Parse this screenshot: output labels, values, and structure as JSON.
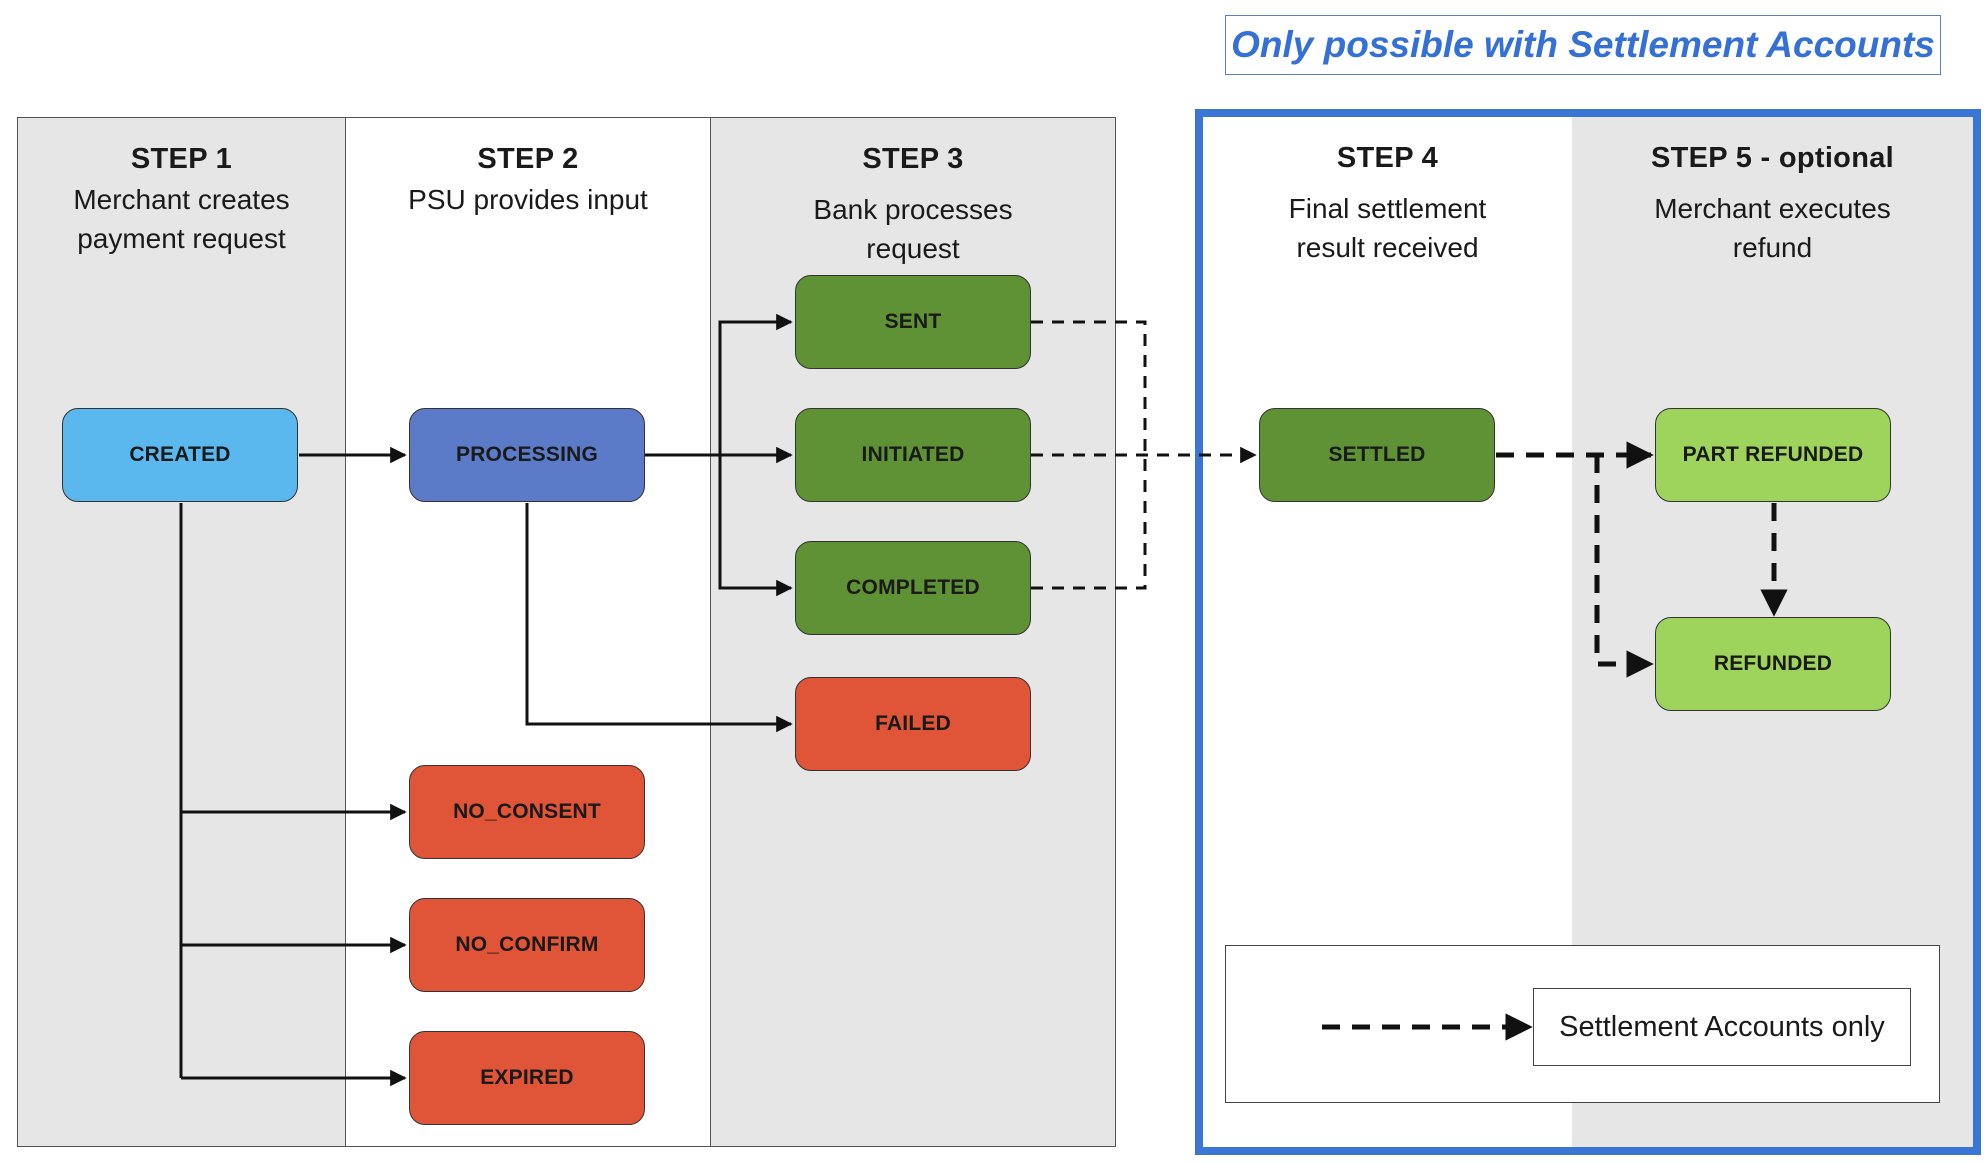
{
  "callout": {
    "text": "Only possible with Settlement Accounts"
  },
  "lanes": [
    {
      "title": "STEP 1",
      "subtitle": "Merchant creates\npayment request"
    },
    {
      "title": "STEP 2",
      "subtitle": "PSU provides input"
    },
    {
      "title": "STEP 3",
      "subtitle": "Bank processes\nrequest"
    },
    {
      "title": "STEP 4",
      "subtitle": "Final settlement\nresult received"
    },
    {
      "title": "STEP 5 - optional",
      "subtitle": "Merchant executes\nrefund"
    }
  ],
  "nodes": {
    "created": "CREATED",
    "processing": "PROCESSING",
    "sent": "SENT",
    "initiated": "INITIATED",
    "completed": "COMPLETED",
    "failed": "FAILED",
    "no_consent": "NO_CONSENT",
    "no_confirm": "NO_CONFIRM",
    "expired": "EXPIRED",
    "settled": "SETTLED",
    "part_refunded": "PART REFUNDED",
    "refunded": "REFUNDED"
  },
  "colors": {
    "created": "#5bb8ee",
    "processing": "#5b7bc8",
    "success": "#5e9234",
    "error": "#e05438",
    "refund": "#9fd45c",
    "accent": "#3b76d6"
  },
  "legend": {
    "label": "Settlement Accounts only",
    "line_style": "dashed-arrow"
  }
}
